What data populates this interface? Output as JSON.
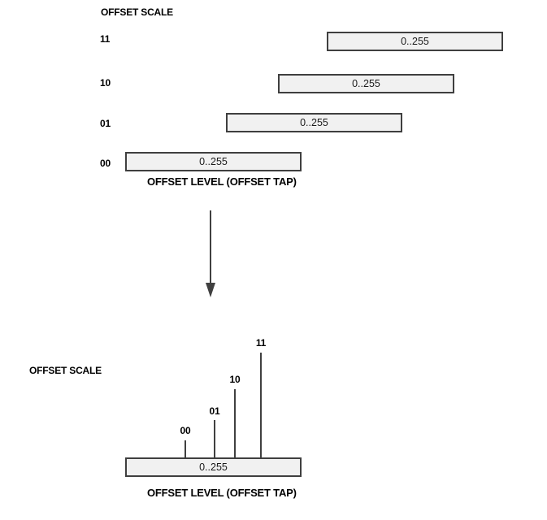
{
  "colors": {
    "background": "#ffffff",
    "bar_fill": "#f1f1f1",
    "bar_border": "#3f3f3f",
    "line": "#404040",
    "text": "#000000"
  },
  "top_diagram": {
    "title": "OFFSET SCALE",
    "caption": "OFFSET LEVEL (OFFSET TAP)",
    "rows": [
      {
        "label": "11",
        "value": "0..255"
      },
      {
        "label": "10",
        "value": "0..255"
      },
      {
        "label": "01",
        "value": "0..255"
      },
      {
        "label": "00",
        "value": "0..255"
      }
    ]
  },
  "transform_arrow": {
    "direction": "down"
  },
  "bottom_diagram": {
    "title": "OFFSET SCALE",
    "caption": "OFFSET LEVEL (OFFSET TAP)",
    "bar_value": "0..255",
    "taps": [
      {
        "label": "00"
      },
      {
        "label": "01"
      },
      {
        "label": "10"
      },
      {
        "label": "11"
      }
    ]
  }
}
